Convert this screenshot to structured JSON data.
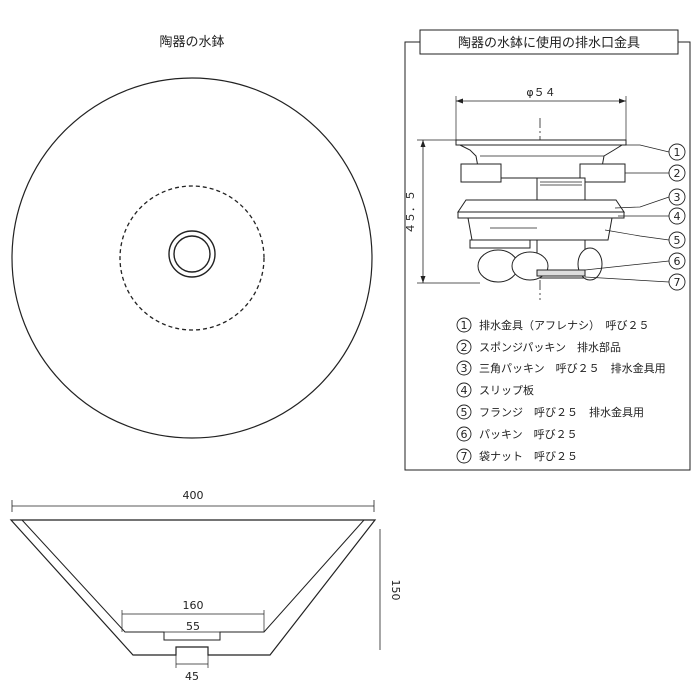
{
  "top_view": {
    "title": "陶器の水鉢"
  },
  "drain_panel": {
    "title": "陶器の水鉢に使用の排水口金具",
    "dim_width": "φ５４",
    "dim_height": "４５．５",
    "parts": [
      {
        "no": "1",
        "text": "排水金具（アフレナシ）　呼び２５"
      },
      {
        "no": "2",
        "text": "スポンジパッキン　排水部品"
      },
      {
        "no": "3",
        "text": "三角パッキン　呼び２５　排水金具用"
      },
      {
        "no": "4",
        "text": "スリップ板"
      },
      {
        "no": "5",
        "text": "フランジ　呼び２５　排水金具用"
      },
      {
        "no": "6",
        "text": "パッキン　呼び２５"
      },
      {
        "no": "7",
        "text": "袋ナット　呼び２５"
      }
    ]
  },
  "side_view": {
    "dim_top": "400",
    "dim_height": "150",
    "dim_inner_base": "160",
    "dim_hole_upper": "55",
    "dim_hole_lower": "45"
  }
}
